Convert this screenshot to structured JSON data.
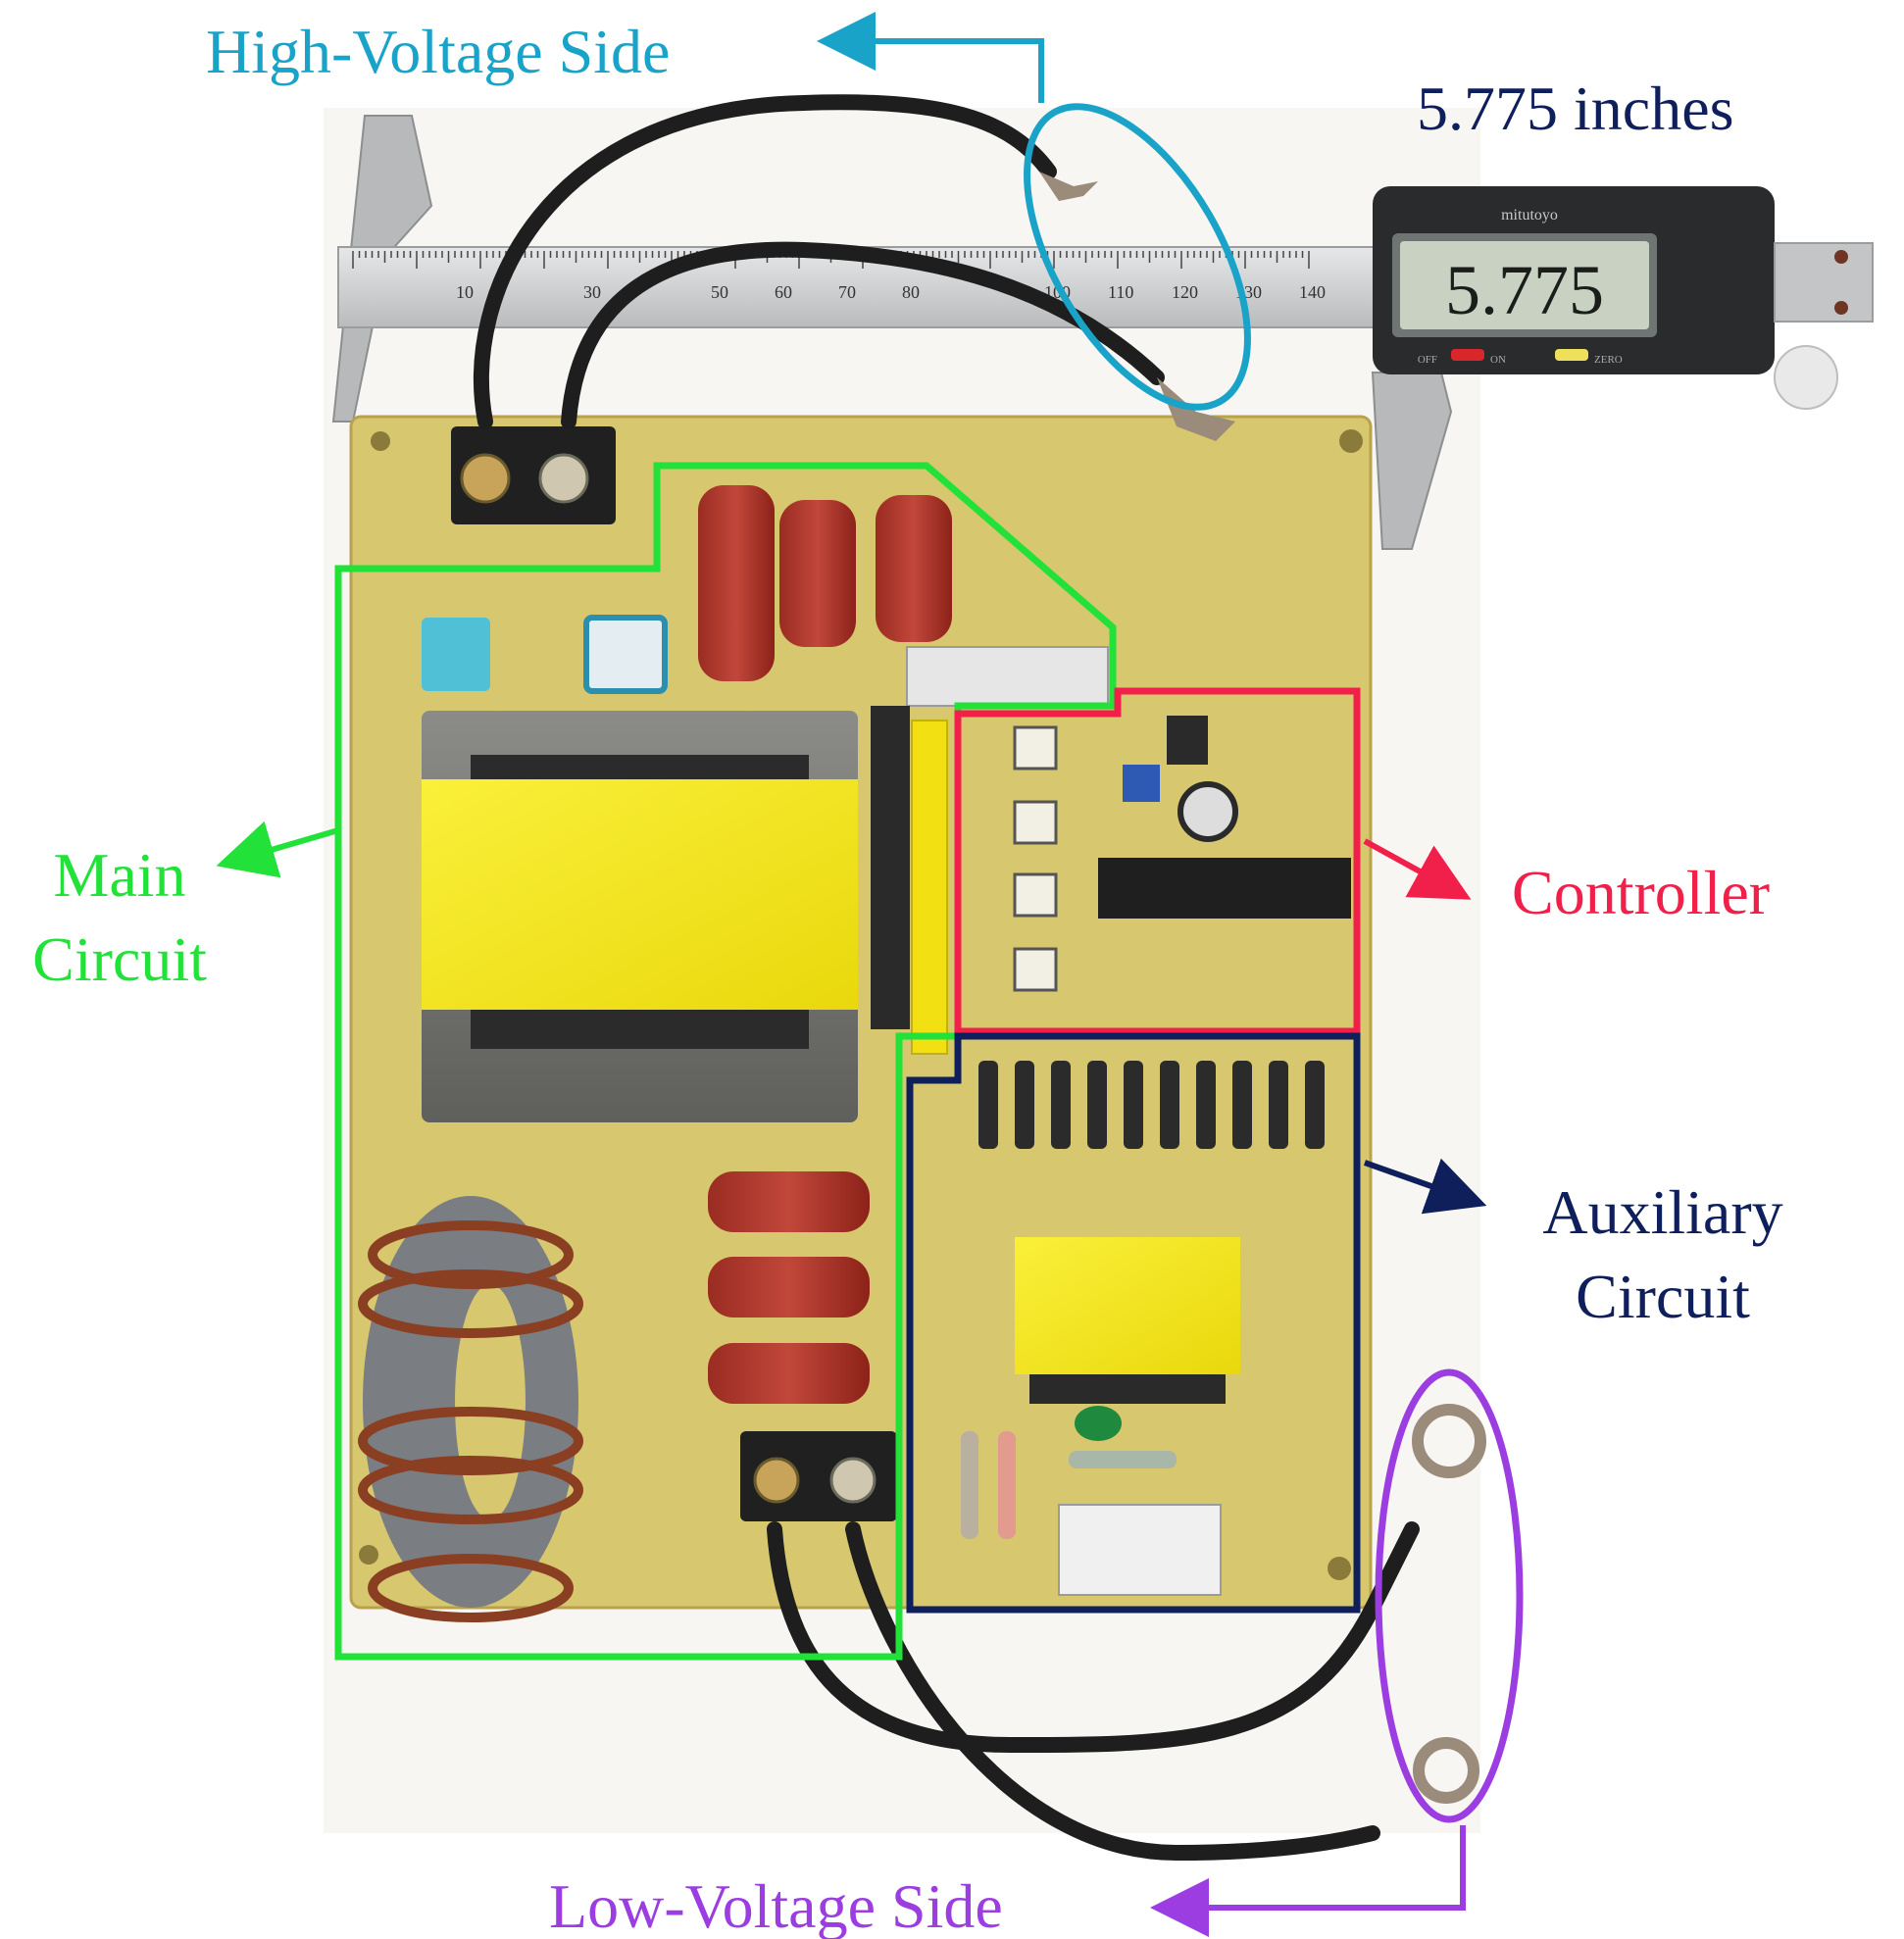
{
  "labels": {
    "high_voltage": "High-Voltage Side",
    "low_voltage": "Low-Voltage Side",
    "measurement": "5.775 inches",
    "main_line1": "Main",
    "main_line2": "Circuit",
    "controller": "Controller",
    "aux_line1": "Auxiliary",
    "aux_line2": "Circuit"
  },
  "caliper": {
    "display": "5.775",
    "brand": "mitutoyo",
    "btn_off": "OFF",
    "btn_on": "ON",
    "btn_zero": "ZERO",
    "scale_ticks": [
      "10",
      "30",
      "50",
      "60",
      "70",
      "80",
      "100",
      "110",
      "120",
      "130",
      "140"
    ]
  },
  "colors": {
    "high_voltage": "#1aa3c8",
    "low_voltage": "#9b3de0",
    "main": "#22e23a",
    "controller": "#f0204a",
    "auxiliary": "#0f1f5c",
    "measurement": "#0f1f5c",
    "pcb": "#d7c76e"
  }
}
